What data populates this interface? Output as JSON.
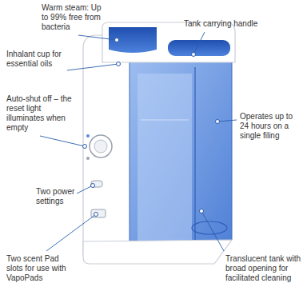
{
  "diagram": {
    "labels": [
      "Warm steam: Up to 99% free from bacteria",
      "Tank carrying handle",
      "Inhalant cup for essential oils",
      "Auto-shut off – the reset light illuminates when empty",
      "Operates up to 24 hours on a single filing",
      "Two power settings",
      "Two scent Pad slots for use with VapoPads",
      "Translucent tank with broad opening for facilitated cleaning"
    ]
  }
}
